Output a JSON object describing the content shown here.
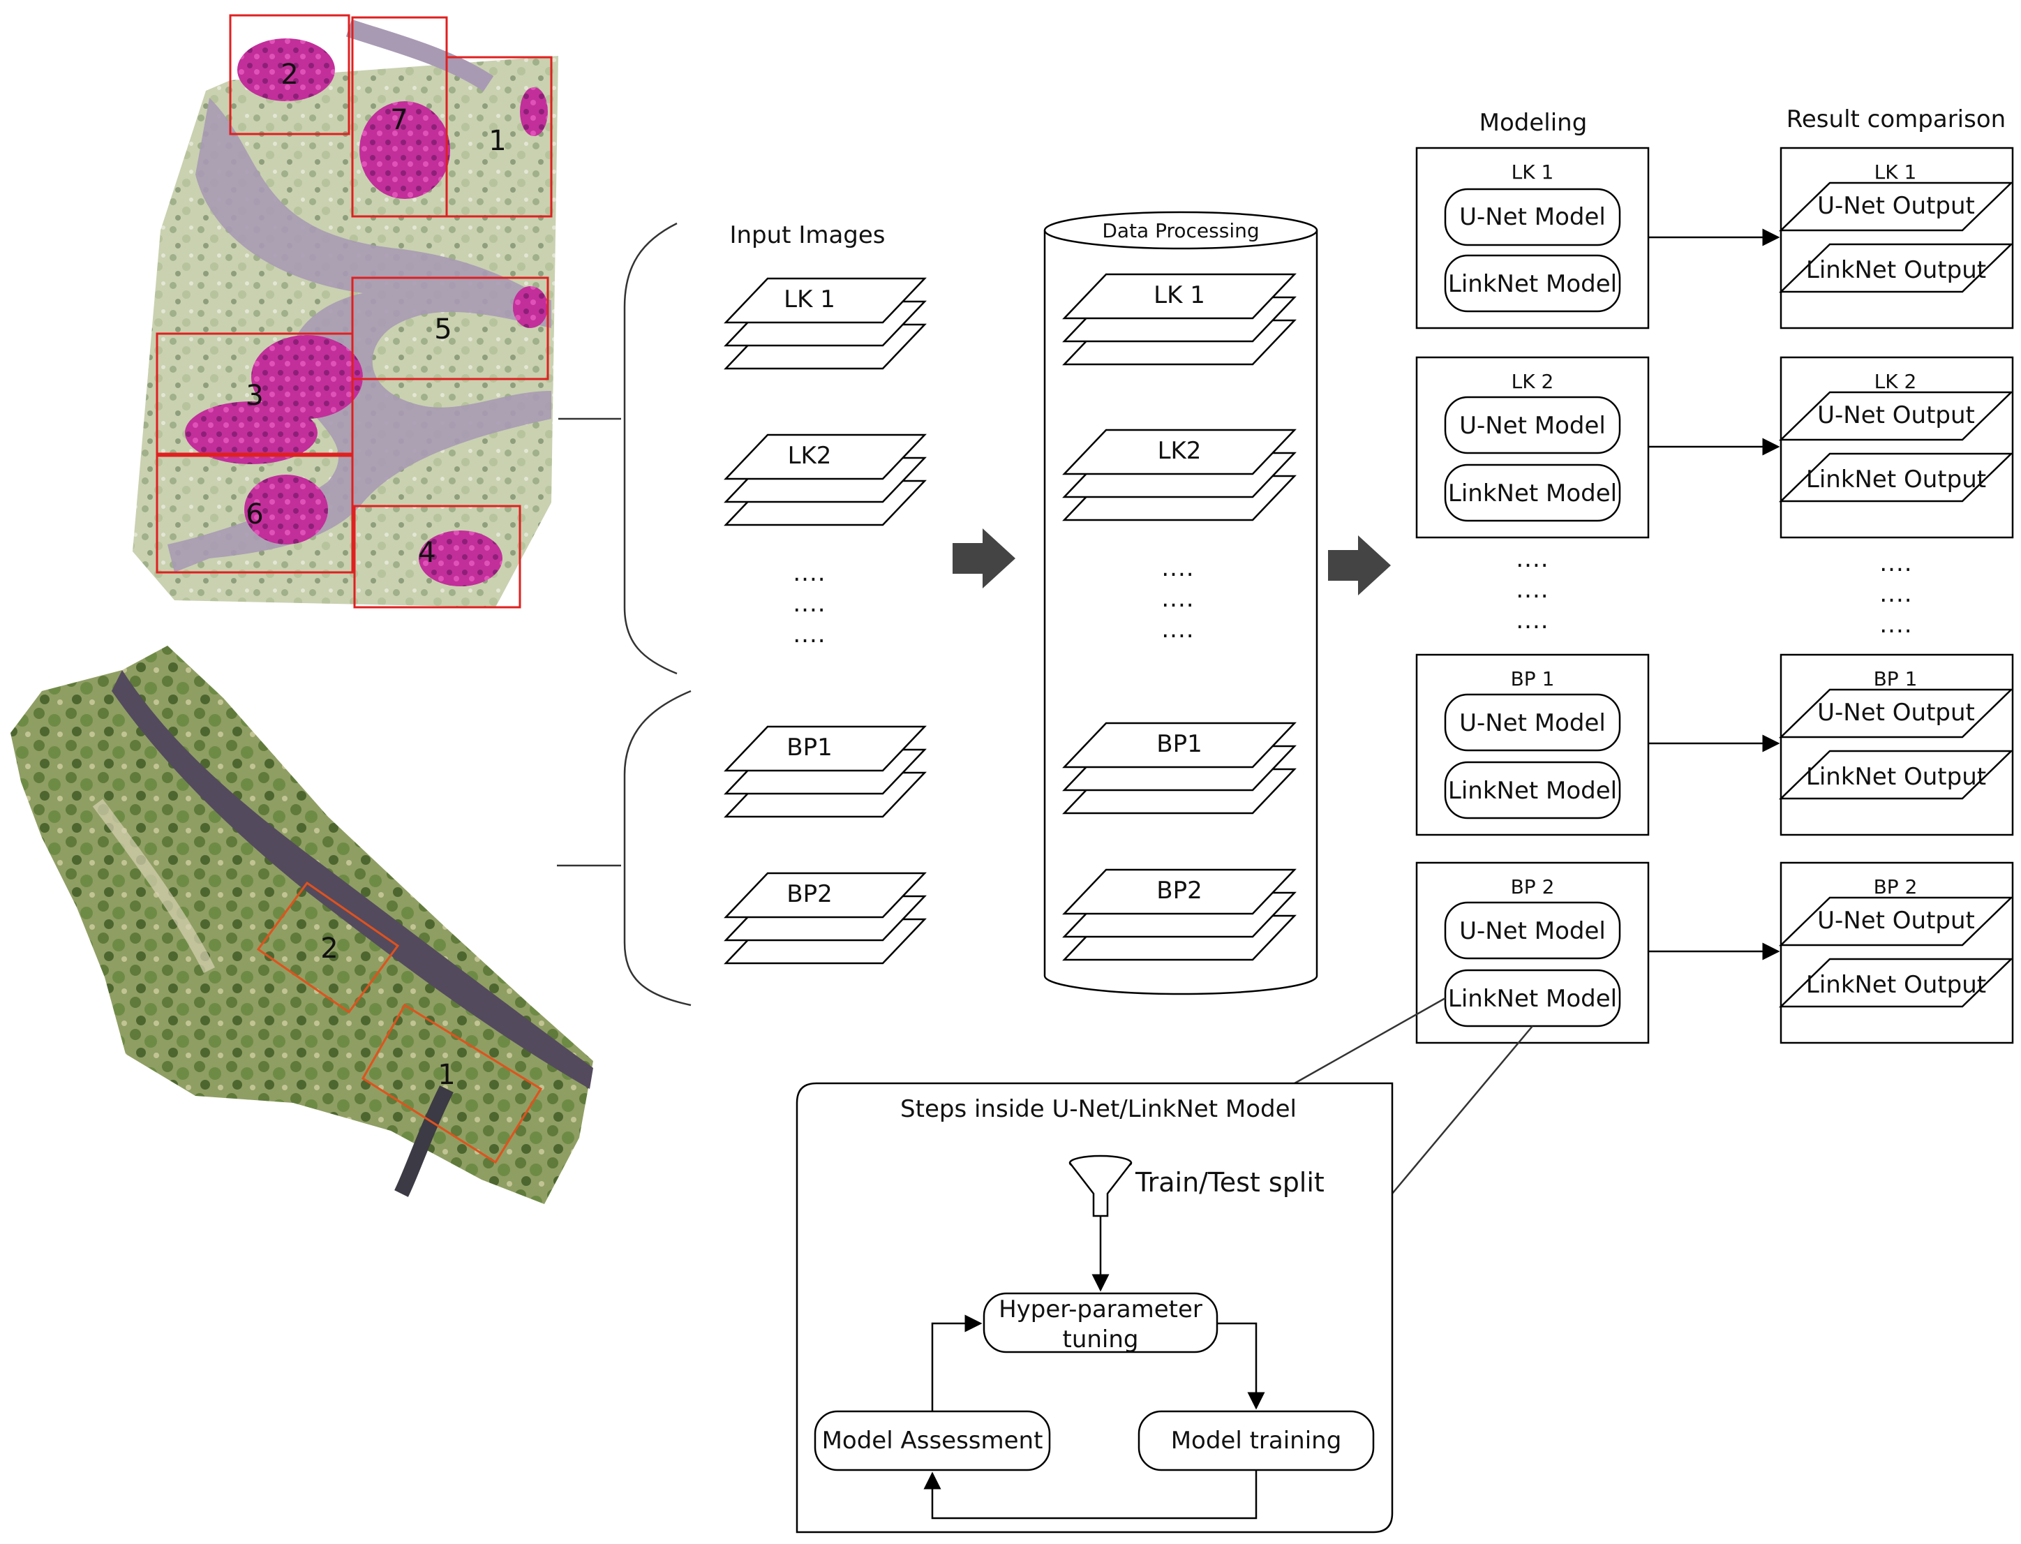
{
  "input_images": {
    "title": "Input Images",
    "stacks": [
      {
        "label": "LK 1"
      },
      {
        "label": "LK2"
      },
      {
        "label": "BP1"
      },
      {
        "label": "BP2"
      }
    ]
  },
  "data_processing": {
    "title": "Data Processing",
    "stacks": [
      {
        "label": "LK 1"
      },
      {
        "label": "LK2"
      },
      {
        "label": "BP1"
      },
      {
        "label": "BP2"
      }
    ]
  },
  "ellipsis": "....",
  "modeling": {
    "title": "Modeling",
    "boxes": [
      {
        "label": "LK 1",
        "unet": "U-Net Model",
        "linknet": "LinkNet Model"
      },
      {
        "label": "LK 2",
        "unet": "U-Net Model",
        "linknet": "LinkNet Model"
      },
      {
        "label": "BP 1",
        "unet": "U-Net Model",
        "linknet": "LinkNet Model"
      },
      {
        "label": "BP 2",
        "unet": "U-Net Model",
        "linknet": "LinkNet Model"
      }
    ]
  },
  "results": {
    "title": "Result comparison",
    "boxes": [
      {
        "label": "LK 1",
        "unet": "U-Net Output",
        "linknet": "LinkNet Output"
      },
      {
        "label": "LK 2",
        "unet": "U-Net Output",
        "linknet": "LinkNet Output"
      },
      {
        "label": "BP 1",
        "unet": "U-Net Output",
        "linknet": "LinkNet Output"
      },
      {
        "label": "BP 2",
        "unet": "U-Net Output",
        "linknet": "LinkNet Output"
      }
    ]
  },
  "steps": {
    "title": "Steps inside U-Net/LinkNet Model",
    "split": "Train/Test split",
    "tuning_line1": "Hyper-parameter",
    "tuning_line2": "tuning",
    "assessment": "Model Assessment",
    "training": "Model training"
  },
  "map1": {
    "plots": [
      "2",
      "7",
      "1",
      "5",
      "3",
      "6",
      "4"
    ]
  },
  "map2": {
    "plots": [
      "2",
      "1"
    ]
  }
}
